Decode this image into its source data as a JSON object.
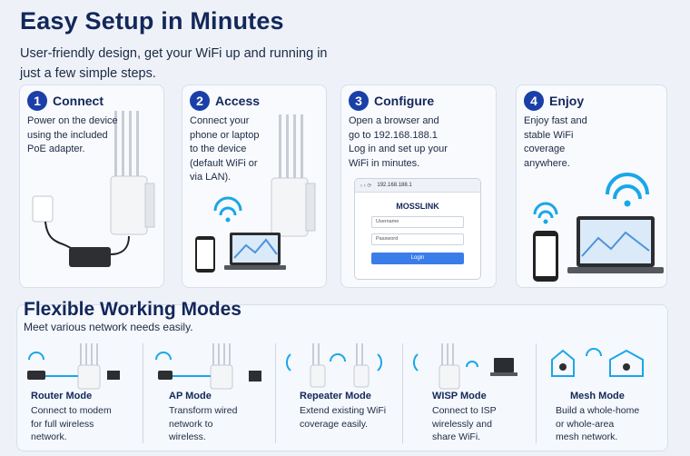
{
  "header": {
    "title": "Easy Setup in Minutes",
    "subtitle": "User-friendly design, get your WiFi up and running in just a few simple steps."
  },
  "steps": [
    {
      "number": "1",
      "title": "Connect",
      "desc": "Power on the device\nusing the included\nPoE adapter."
    },
    {
      "number": "2",
      "title": "Access",
      "desc": "Connect your\nphone or laptop\nto the device\n(default WiFi or\nvia LAN)."
    },
    {
      "number": "3",
      "title": "Configure",
      "desc": "Open a browser and\ngo to 192.168.188.1\nLog in and set up your\nWiFi in minutes."
    },
    {
      "number": "4",
      "title": "Enjoy",
      "desc": "Enjoy fast and\nstable WiFi\ncoverage\nanywhere."
    }
  ],
  "login_mock": {
    "url": "192.168.188.1",
    "brand": "MOSSLINK",
    "username_placeholder": "Username",
    "password_placeholder": "Password",
    "login_label": "Login"
  },
  "modes": {
    "title": "Flexible Working Modes",
    "subtitle": "Meet various network needs easily.",
    "items": [
      {
        "title": "Router Mode",
        "desc": "Connect to modem\nfor full wireless\nnetwork."
      },
      {
        "title": "AP Mode",
        "desc": "Transform wired\nnetwork to\nwireless."
      },
      {
        "title": "Repeater Mode",
        "desc": "Extend existing WiFi\ncoverage easily."
      },
      {
        "title": "WISP Mode",
        "desc": "Connect to ISP\nwirelessly and\nshare WiFi."
      },
      {
        "title": "Mesh Mode",
        "desc": "Build a whole-home\nor whole-area\nmesh network."
      }
    ]
  },
  "colors": {
    "accent": "#1a3fa8",
    "wifi": "#1aa7e8",
    "title": "#13275a"
  }
}
